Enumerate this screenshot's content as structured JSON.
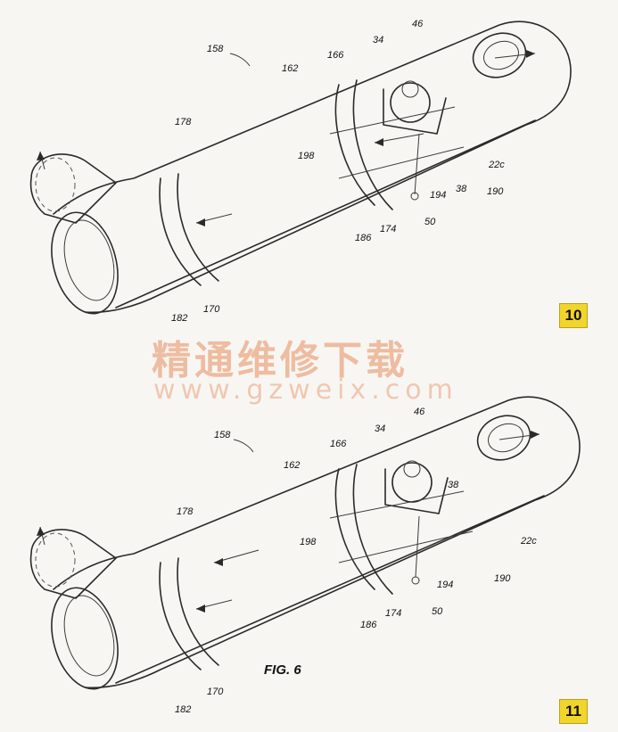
{
  "figure": {
    "caption": "FIG. 6",
    "top_panel": {
      "labels": {
        "r158": "158",
        "r162": "162",
        "r166": "166",
        "r34": "34",
        "r46": "46",
        "r178": "178",
        "r198": "198",
        "r22c": "22c",
        "r38": "38",
        "r190": "190",
        "r194": "194",
        "r50": "50",
        "r174": "174",
        "r186": "186",
        "r170": "170",
        "r182": "182"
      }
    },
    "bottom_panel": {
      "labels": {
        "r158": "158",
        "r162": "162",
        "r166": "166",
        "r34": "34",
        "r46": "46",
        "r38": "38",
        "r178": "178",
        "r198": "198",
        "r22c": "22c",
        "r190": "190",
        "r194": "194",
        "r50": "50",
        "r174": "174",
        "r186": "186",
        "r170": "170",
        "r182": "182"
      }
    }
  },
  "page_numbers": {
    "top": "10",
    "bottom": "11"
  },
  "watermark": {
    "title": "精通维修下载",
    "url": "www.gzweix.com"
  },
  "colors": {
    "badge": "#f2d52a",
    "watermark": "#e89669",
    "line": "#2a2a2a"
  }
}
